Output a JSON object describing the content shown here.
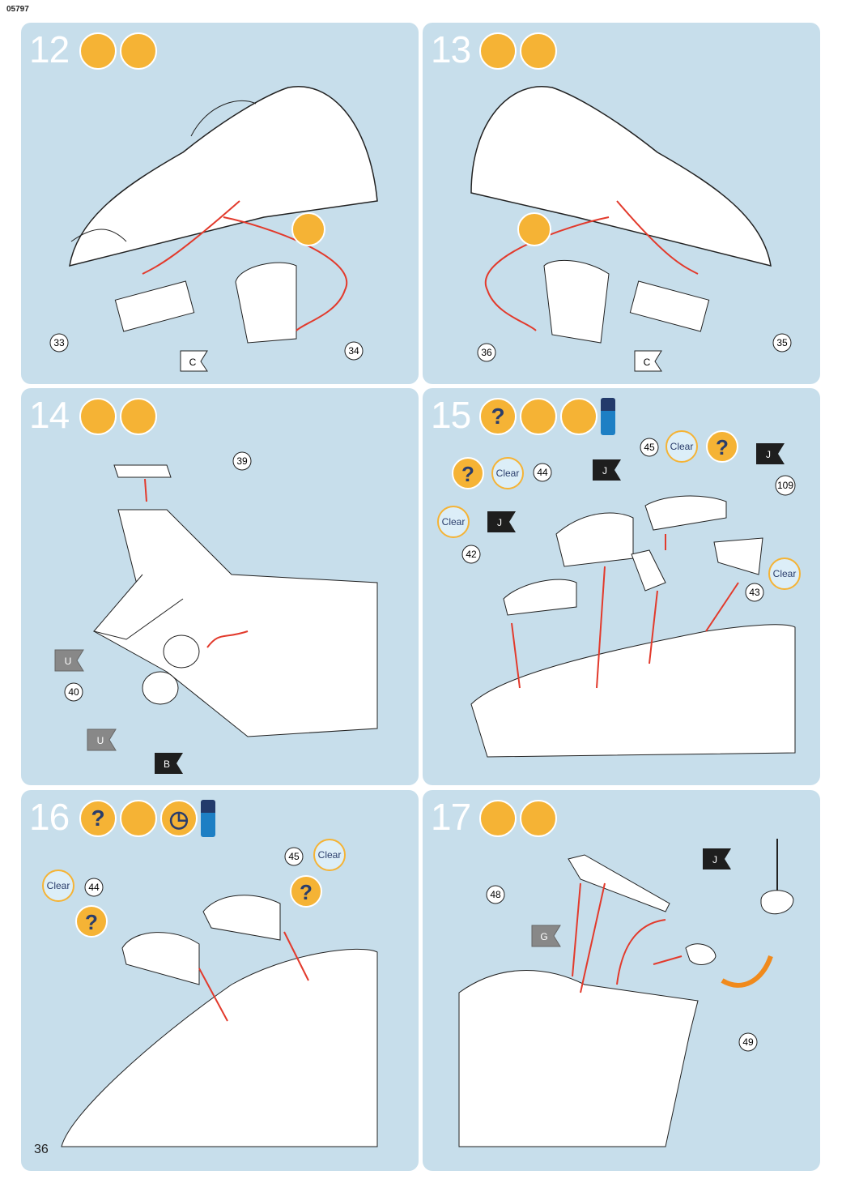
{
  "header": {
    "doc_number": "05797"
  },
  "footer": {
    "page_number": "36"
  },
  "steps": [
    {
      "number": "12",
      "parts": [
        "33",
        "34"
      ],
      "flags": [
        "C"
      ]
    },
    {
      "number": "13",
      "parts": [
        "36",
        "35"
      ],
      "flags": [
        "C"
      ]
    },
    {
      "number": "14",
      "parts": [
        "39",
        "40"
      ],
      "flags": [
        "U",
        "U",
        "B"
      ]
    },
    {
      "number": "15",
      "parts": [
        "45",
        "44",
        "109",
        "42",
        "43"
      ],
      "flags": [
        "J",
        "J",
        "J"
      ],
      "labels": [
        "Clear",
        "Clear",
        "Clear",
        "Clear"
      ]
    },
    {
      "number": "16",
      "parts": [
        "45",
        "44"
      ],
      "labels": [
        "Clear",
        "Clear"
      ]
    },
    {
      "number": "17",
      "parts": [
        "48",
        "49"
      ],
      "flags": [
        "G",
        "J"
      ]
    }
  ],
  "colors": {
    "panel_bg": "#c7deeb",
    "arrow": "#e23a2c",
    "icon": "#f5b335",
    "flag_dark": "#1e1e1e",
    "flag_grey": "#888888"
  }
}
